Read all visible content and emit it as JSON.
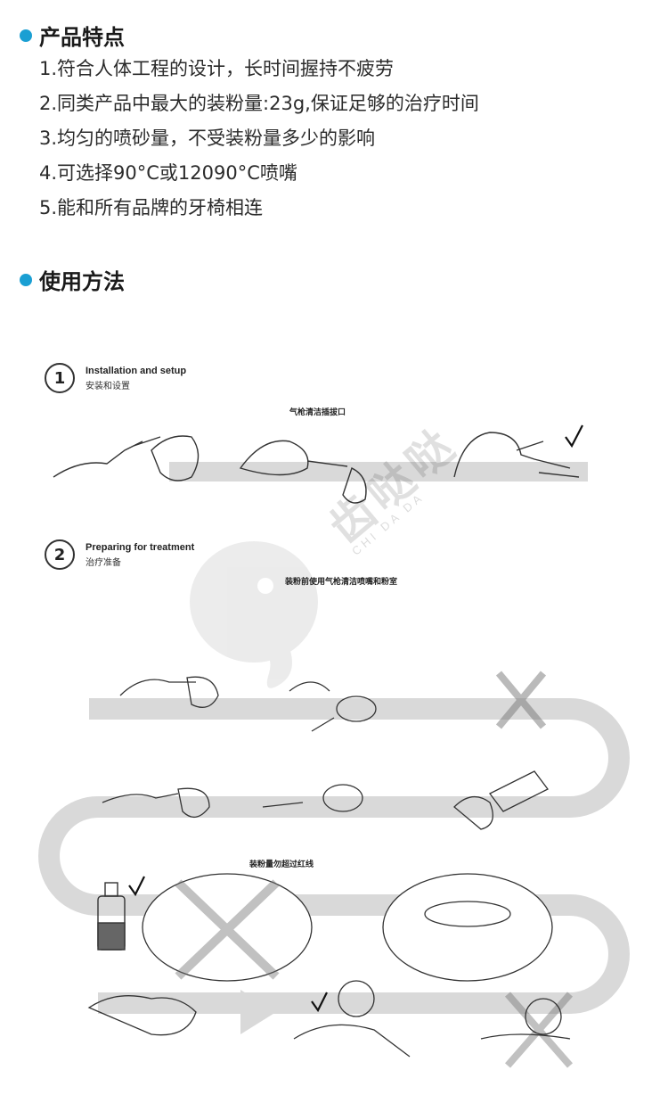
{
  "features_section": {
    "title": "产品特点",
    "items": [
      "1.符合人体工程的设计，长时间握持不疲劳",
      "2.同类产品中最大的装粉量:23g,保证足够的治疗时间",
      "3.均匀的喷砂量，不受装粉量多少的影响",
      "4.可选择90°C或12090°C喷嘴",
      "5.能和所有品牌的牙椅相连"
    ]
  },
  "usage_section": {
    "title": "使用方法"
  },
  "diagram": {
    "step1": {
      "number": "1",
      "title_en": "Installation and setup",
      "title_zh": "安装和设置"
    },
    "step2": {
      "number": "2",
      "title_en": "Preparing for treatment",
      "title_zh": "治疗准备"
    },
    "caption_airgun_port": "气枪清洁插拔口",
    "caption_clean_nozzle": "装粉前使用气枪清洁喷嘴和粉室",
    "caption_fill_limit": "装粉量勿超过红线",
    "watermark": {
      "text": "齿哒哒",
      "sub": "CHI DA DA"
    },
    "colors": {
      "accent": "#1a9fd3",
      "path_gray": "#d9d9d9",
      "line": "#333333"
    }
  }
}
